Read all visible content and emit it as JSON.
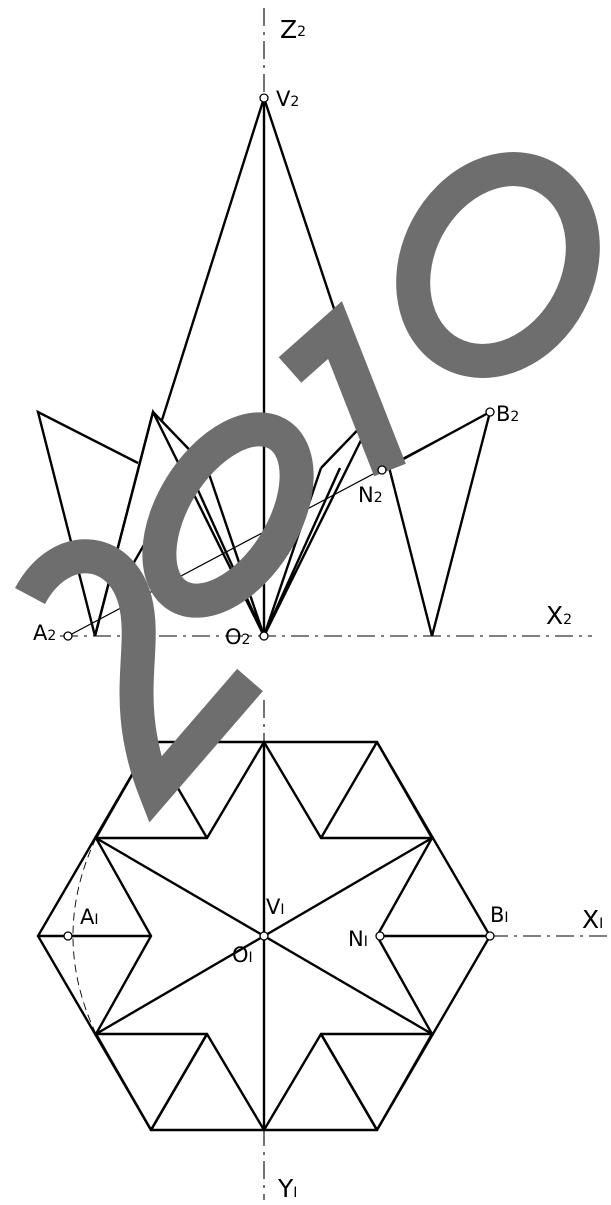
{
  "labels": {
    "z2": {
      "main": "Z",
      "sub": "2"
    },
    "v2": {
      "main": "V",
      "sub": "2"
    },
    "b2": {
      "main": "B",
      "sub": "2"
    },
    "n2": {
      "main": "N",
      "sub": "2"
    },
    "a2": {
      "main": "A",
      "sub": "2"
    },
    "o2": {
      "main": "O",
      "sub": "2"
    },
    "x2": {
      "main": "X",
      "sub": "2"
    },
    "a1": {
      "main": "A",
      "sub": "I"
    },
    "v1": {
      "main": "V",
      "sub": "I"
    },
    "o1": {
      "main": "O",
      "sub": "I"
    },
    "n1": {
      "main": "N",
      "sub": "I"
    },
    "b1": {
      "main": "B",
      "sub": "I"
    },
    "x1": {
      "main": "X",
      "sub": "I"
    },
    "y1": {
      "main": "Y",
      "sub": "I"
    }
  },
  "watermark": {
    "text": "2010",
    "color": "#6e6e6e"
  }
}
